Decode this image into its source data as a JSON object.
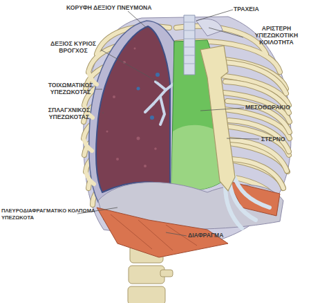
{
  "diagram": {
    "labels": [
      "ΚΟΡΥΦΗ ΔΕΞΙΟΥ ΠΝΕΥΜΟΝΑ",
      "ΤΡΑΧΕΙΑ",
      "ΔΕΞΙΟΣ ΚΥΡΙΟΣ ΒΡΟΓΧΟΣ",
      "ΑΡΙΣΤΕΡΗ ΥΠΕΖΩΚΟΤΙΚΗ ΚΟΙΛΟΤΗΤΑ",
      "ΤΟΙΧΩΜΑΤΙΚΟΣ ΥΠΕΖΩΚΟΤΑΣ",
      "ΣΠΛΑΓΧΝΙΚΟΣ ΥΠΕΖΩΚΟΤΑΣ",
      "ΜΕΣΟΘΩΡΑΚΙΟ",
      "ΣΤΕΡΝΟ",
      "ΠΛΕΥΡΟΔΙΑΦΡΑΓΜΑΤΙΚΟ ΚΟΛΠΩΜΑ ΥΠΕΖΩΚΟΤΑ",
      "ΔΙΑΦΡΑΓΜΑ"
    ]
  }
}
